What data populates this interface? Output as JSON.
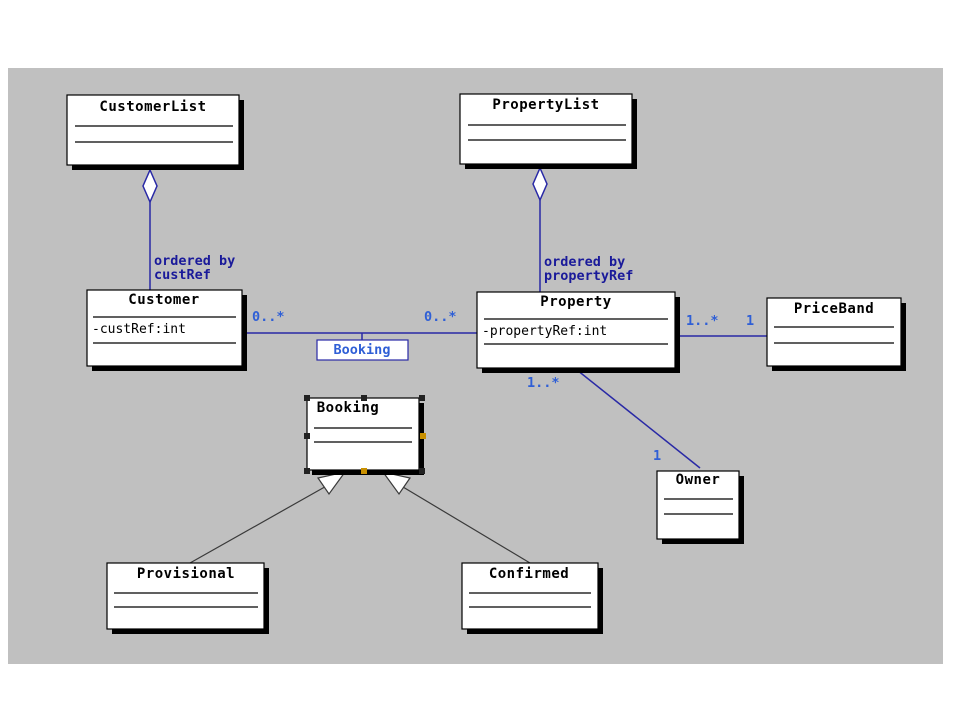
{
  "colors": {
    "background": "#c0c0c0",
    "association": "#2929a6",
    "label": "#1a1a9a",
    "multiplicity": "#2f5fd6",
    "generalization": "#3a3a3a",
    "class_fill": "#ffffff",
    "class_border": "#000000",
    "handle": "#222222",
    "handle_accent": "#c99000"
  },
  "classes": {
    "customer_list": {
      "name": "CustomerList",
      "attributes": []
    },
    "property_list": {
      "name": "PropertyList",
      "attributes": []
    },
    "customer": {
      "name": "Customer",
      "attributes": [
        "-custRef:int"
      ]
    },
    "property": {
      "name": "Property",
      "attributes": [
        "-propertyRef:int"
      ]
    },
    "price_band": {
      "name": "PriceBand",
      "attributes": []
    },
    "booking": {
      "name": "Booking",
      "attributes": []
    },
    "owner": {
      "name": "Owner",
      "attributes": []
    },
    "provisional": {
      "name": "Provisional",
      "attributes": []
    },
    "confirmed": {
      "name": "Confirmed",
      "attributes": []
    }
  },
  "relations": {
    "customer_aggregation": {
      "line1": "ordered by",
      "line2": "custRef"
    },
    "property_aggregation": {
      "line1": "ordered by",
      "line2": "propertyRef"
    },
    "booking_association": {
      "association_class": "Booking",
      "customer_end": "0..*",
      "property_end": "0..*"
    },
    "property_priceband": {
      "property_end": "1..*",
      "priceband_end": "1"
    },
    "property_owner": {
      "property_end": "1..*",
      "owner_end": "1"
    }
  }
}
